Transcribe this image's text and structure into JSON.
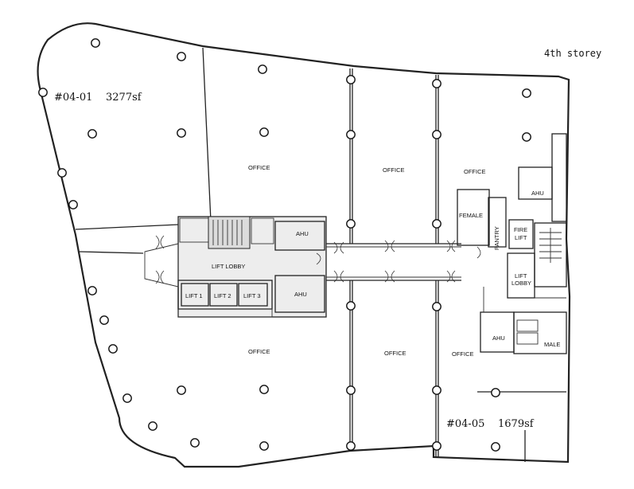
{
  "storey_label": "4th storey",
  "units": [
    {
      "id": "#04-01",
      "area": "3277sf"
    },
    {
      "id": "#04-05",
      "area": "1679sf"
    }
  ],
  "rooms": {
    "office_nw": "OFFICE",
    "office_nc": "OFFICE",
    "office_ne": "OFFICE",
    "office_sw": "OFFICE",
    "office_sc": "OFFICE",
    "office_se": "OFFICE",
    "ahu_core_top": "AHU",
    "ahu_core_bottom": "AHU",
    "ahu_east_top": "AHU",
    "ahu_east_bottom": "AHU",
    "lift_lobby_main": "LIFT LOBBY",
    "lift1": "LIFT 1",
    "lift2": "LIFT 2",
    "lift3": "LIFT 3",
    "female": "FEMALE",
    "male": "MALE",
    "pantry": "PANTRY",
    "fire_lift_1": "FIRE",
    "fire_lift_2": "LIFT",
    "lift_lobby_east_1": "LIFT",
    "lift_lobby_east_2": "LOBBY"
  }
}
